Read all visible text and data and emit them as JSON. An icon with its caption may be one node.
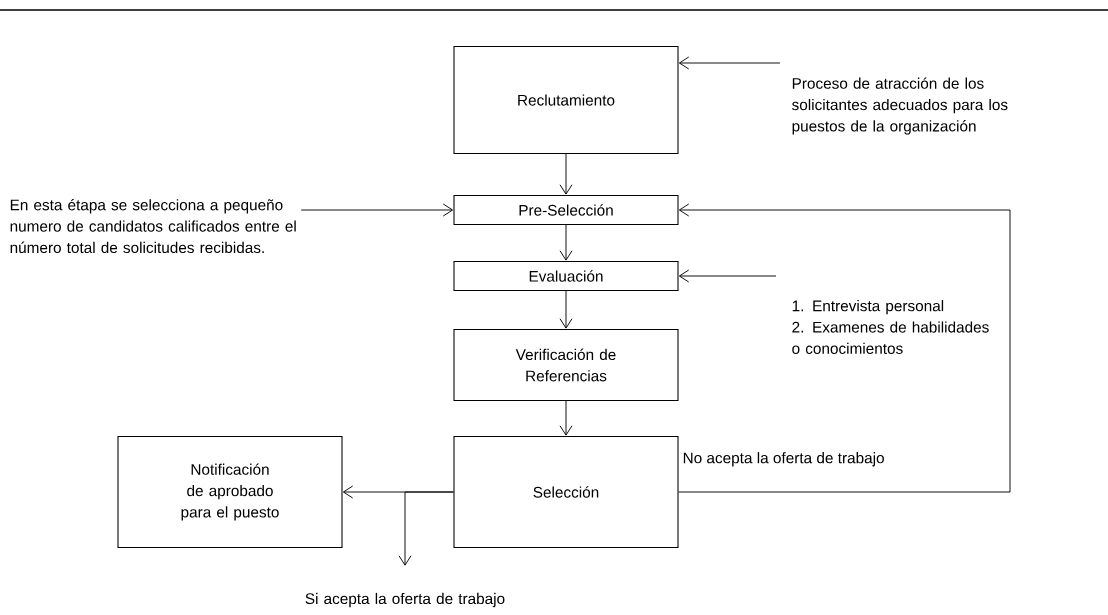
{
  "diagram": {
    "nodes": [
      {
        "text": [
          "Reclutamiento"
        ]
      },
      {
        "text": [
          "Pre-Selección"
        ]
      },
      {
        "text": [
          "Evaluación"
        ]
      },
      {
        "text": [
          "Verificación de Referencias"
        ]
      },
      {
        "text": [
          "Selección"
        ]
      },
      {
        "text": [
          "Notificación de aprobado para el puesto"
        ]
      },
      {
        "text": [
          "Proceso de atracción de los solicitantes adecuados para los puestos de la organización"
        ]
      },
      {
        "text": [
          "En esta étapa se selecciona a pequeño numero de candidatos calificados entre el número total de solicitudes recibidas."
        ]
      },
      {
        "text": [
          "1. Entrevista personal",
          "2. Examenes de habilidades o conocimientos"
        ]
      },
      {
        "text": [
          "Si acepta la oferta de trabajo"
        ]
      }
    ],
    "edges": [
      {
        "from": 6,
        "to": 0,
        "arrow": "to"
      },
      {
        "from": 0,
        "to": 1,
        "arrow": "to"
      },
      {
        "from": 7,
        "to": 1,
        "arrow": "to"
      },
      {
        "from": 1,
        "to": 2,
        "arrow": "to"
      },
      {
        "from": 8,
        "to": 2,
        "arrow": "to"
      },
      {
        "from": 2,
        "to": 3,
        "arrow": "to"
      },
      {
        "from": 3,
        "to": 4,
        "arrow": "to"
      },
      {
        "from": 4,
        "to": 5,
        "arrow": "to"
      },
      {
        "from": 4,
        "to": 9,
        "arrow": "to"
      },
      {
        "from": 4,
        "to": 1,
        "arrow": "to",
        "label": "No acepta la oferta de trabajo"
      }
    ]
  }
}
